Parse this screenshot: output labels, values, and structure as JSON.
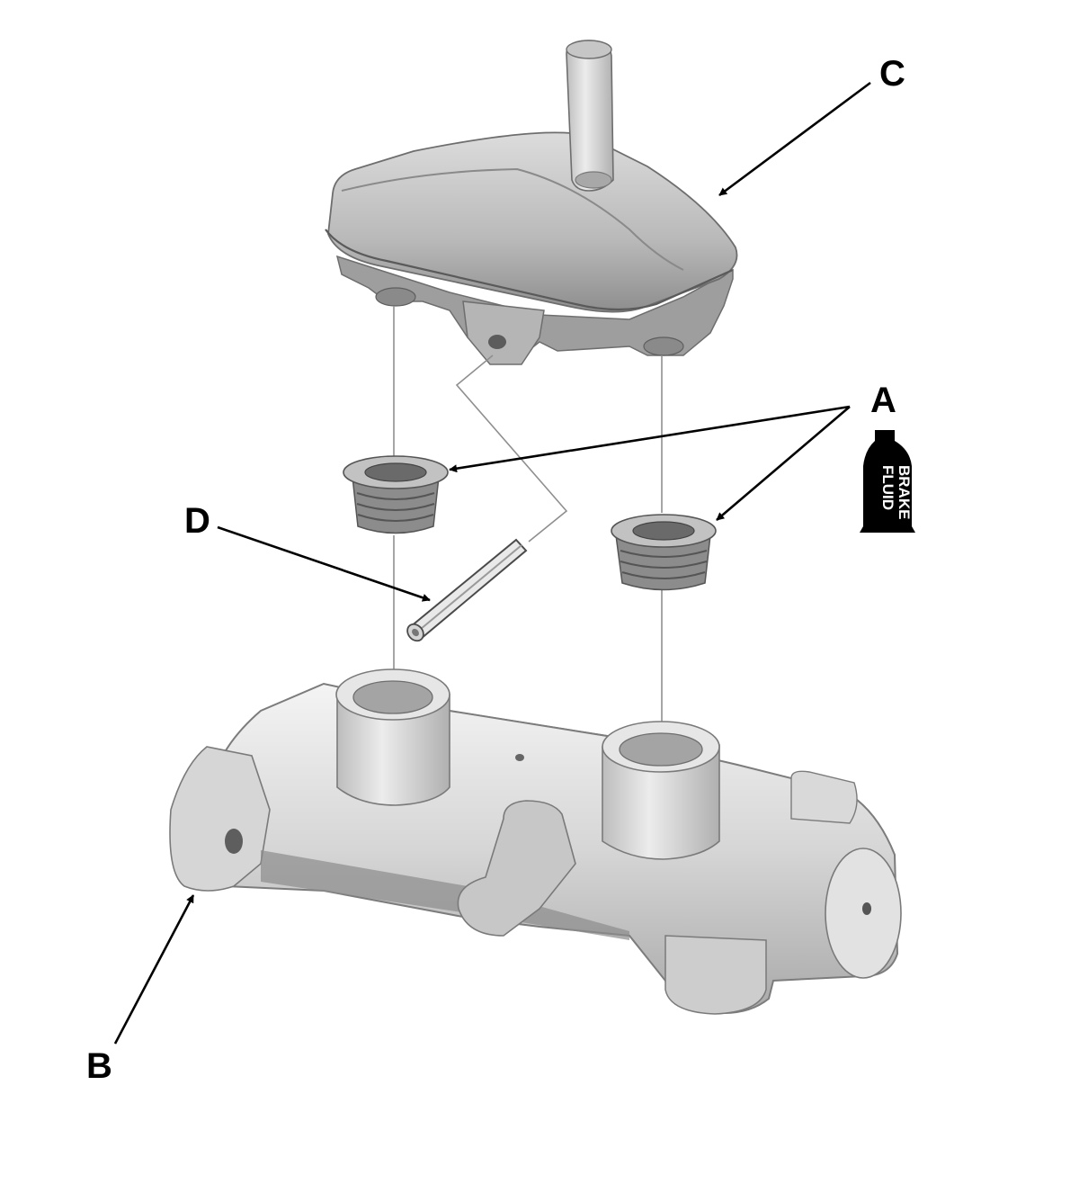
{
  "callouts": {
    "a": "A",
    "b": "B",
    "c": "C",
    "d": "D"
  },
  "icon": {
    "name": "brake-fluid-bottle-icon",
    "line1": "BRAKE",
    "line2": "FLUID"
  }
}
